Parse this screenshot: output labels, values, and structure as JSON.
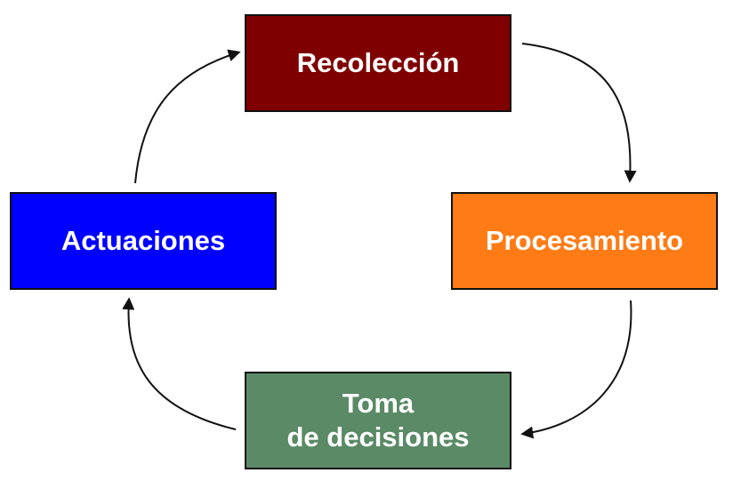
{
  "nodes": {
    "top": {
      "label": "Recolección",
      "color": "#7f0000"
    },
    "right": {
      "label": "Procesamiento",
      "color": "#ff7b15"
    },
    "bottom": {
      "line1": "Toma",
      "line2": "de decisiones",
      "color": "#5b8a66"
    },
    "left": {
      "label": "Actuaciones",
      "color": "#0000ff"
    }
  },
  "arrow_color": "#111111"
}
